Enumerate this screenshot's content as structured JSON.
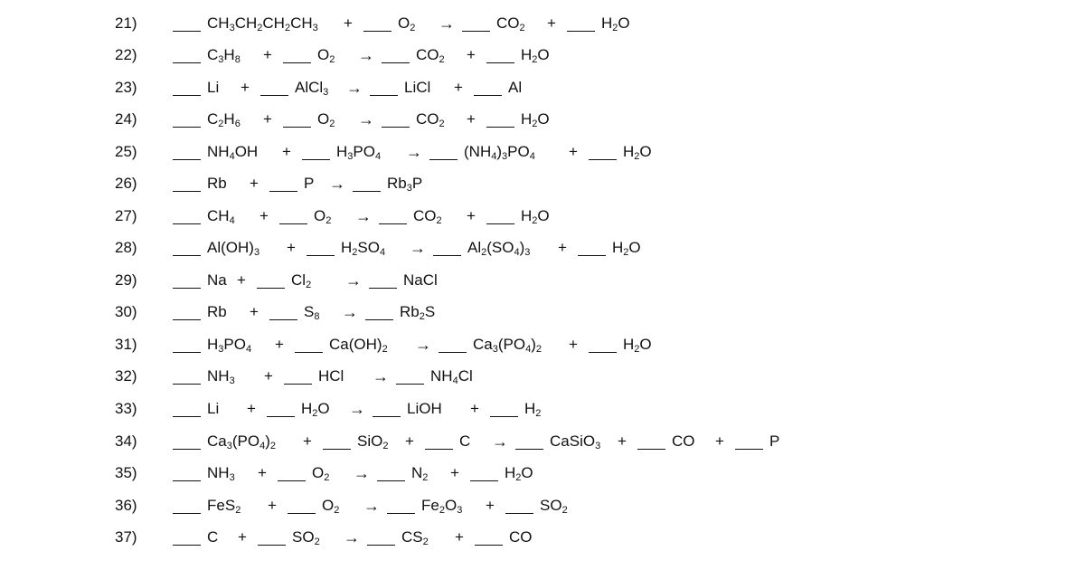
{
  "worksheet": {
    "arrow_symbol": "→",
    "plus_symbol": "+",
    "equations": [
      {
        "number": "21)",
        "reactants": [
          "CH|3|CH|2|CH|2|CH|3",
          "O|2"
        ],
        "products": [
          "CO|2",
          "H|2|O"
        ]
      },
      {
        "number": "22)",
        "reactants": [
          "C|3|H|8",
          "O|2"
        ],
        "products": [
          "CO|2",
          "H|2|O"
        ]
      },
      {
        "number": "23)",
        "reactants": [
          "Li",
          "AlCl|3"
        ],
        "products": [
          "LiCl",
          "Al"
        ]
      },
      {
        "number": "24)",
        "reactants": [
          "C|2|H|6",
          "O|2"
        ],
        "products": [
          "CO|2",
          "H|2|O"
        ]
      },
      {
        "number": "25)",
        "reactants": [
          "NH|4|OH",
          "H|3|PO|4"
        ],
        "products": [
          "(NH|4|)|3|PO|4",
          "H|2|O"
        ]
      },
      {
        "number": "26)",
        "reactants": [
          "Rb",
          "P"
        ],
        "products": [
          "Rb|3|P"
        ]
      },
      {
        "number": "27)",
        "reactants": [
          "CH|4",
          "O|2"
        ],
        "products": [
          "CO|2",
          "H|2|O"
        ]
      },
      {
        "number": "28)",
        "reactants": [
          "Al(OH)|3",
          "H|2|SO|4"
        ],
        "products": [
          "Al|2|(SO|4|)|3",
          "H|2|O"
        ]
      },
      {
        "number": "29)",
        "reactants": [
          "Na",
          "Cl|2"
        ],
        "products": [
          "NaCl"
        ]
      },
      {
        "number": "30)",
        "reactants": [
          "Rb",
          "S|8"
        ],
        "products": [
          "Rb|2|S"
        ]
      },
      {
        "number": "31)",
        "reactants": [
          "H|3|PO|4",
          "Ca(OH)|2"
        ],
        "products": [
          "Ca|3|(PO|4|)|2",
          "H|2|O"
        ]
      },
      {
        "number": "32)",
        "reactants": [
          "NH|3",
          "HCl"
        ],
        "products": [
          "NH|4|Cl"
        ]
      },
      {
        "number": "33)",
        "reactants": [
          "Li",
          "H|2|O"
        ],
        "products": [
          "LiOH",
          "H|2"
        ]
      },
      {
        "number": "34)",
        "reactants": [
          "Ca|3|(PO|4|)|2",
          "SiO|2",
          "C"
        ],
        "products": [
          "CaSiO|3",
          "CO",
          "P"
        ]
      },
      {
        "number": "35)",
        "reactants": [
          "NH|3",
          "O|2"
        ],
        "products": [
          "N|2",
          "H|2|O"
        ]
      },
      {
        "number": "36)",
        "reactants": [
          "FeS|2",
          "O|2"
        ],
        "products": [
          "Fe|2|O|3",
          "SO|2"
        ]
      },
      {
        "number": "37)",
        "reactants": [
          "C",
          "SO|2"
        ],
        "products": [
          "CS|2",
          "CO"
        ]
      }
    ]
  }
}
